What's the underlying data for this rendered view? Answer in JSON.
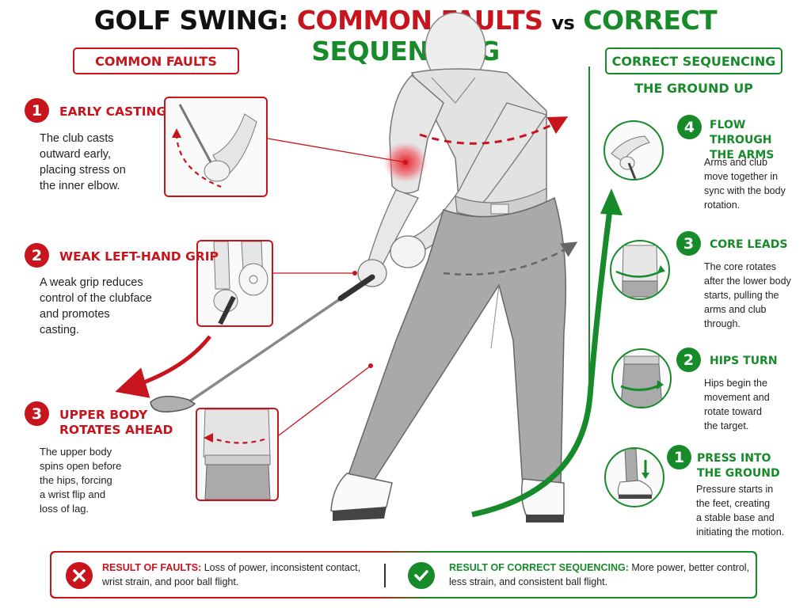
{
  "title": {
    "part1": "GOLF SWING:",
    "part2": "COMMON FAULTS",
    "part3": "vs",
    "part4": "CORRECT SEQUENCING"
  },
  "faults": {
    "header": "COMMON FAULTS",
    "items": [
      {
        "number": "1",
        "title": "EARLY CASTING",
        "text": [
          "The club casts",
          "outward early,",
          "placing stress on",
          "the inner elbow."
        ]
      },
      {
        "number": "2",
        "title": "WEAK LEFT-HAND GRIP",
        "text": [
          "A weak grip reduces",
          "control of the clubface",
          "and promotes",
          "casting."
        ]
      },
      {
        "number": "3",
        "title": [
          "UPPER BODY",
          "ROTATES AHEAD"
        ],
        "text": [
          "The upper body",
          "spins open before",
          "the hips, forcing",
          "a wrist flip and",
          "loss of lag."
        ]
      }
    ]
  },
  "correct": {
    "header": "CORRECT SEQUENCING",
    "subheader": "THE GROUND UP",
    "items": [
      {
        "number": "4",
        "title": [
          "FLOW THROUGH",
          "THE ARMS"
        ],
        "text": [
          "Arms and club",
          "move together in",
          "sync with the body",
          "rotation."
        ]
      },
      {
        "number": "3",
        "title": [
          "CORE LEADS"
        ],
        "text": [
          "The core rotates",
          "after the lower body",
          "starts, pulling the",
          "arms and club",
          "through."
        ]
      },
      {
        "number": "2",
        "title": [
          "HIPS TURN"
        ],
        "text": [
          "Hips begin the",
          "movement and",
          "rotate toward",
          "the target."
        ]
      },
      {
        "number": "1",
        "title": [
          "PRESS INTO",
          "THE GROUND"
        ],
        "text": [
          "Pressure starts in",
          "the feet, creating",
          "a stable base and",
          "initiating the motion."
        ]
      }
    ]
  },
  "results": {
    "faults_label": "RESULT OF FAULTS:",
    "faults_text1": "Loss of power, inconsistent contact,",
    "faults_text2": "wrist strain, and poor ball flight.",
    "correct_label": "RESULT OF CORRECT SEQUENCING:",
    "correct_text1": "More power, better control,",
    "correct_text2": "less strain, and consistent ball flight."
  },
  "colors": {
    "fault": "#c8141c",
    "correct": "#178a2a"
  },
  "icons": {
    "fault": "x-mark-icon",
    "correct": "check-mark-icon"
  }
}
